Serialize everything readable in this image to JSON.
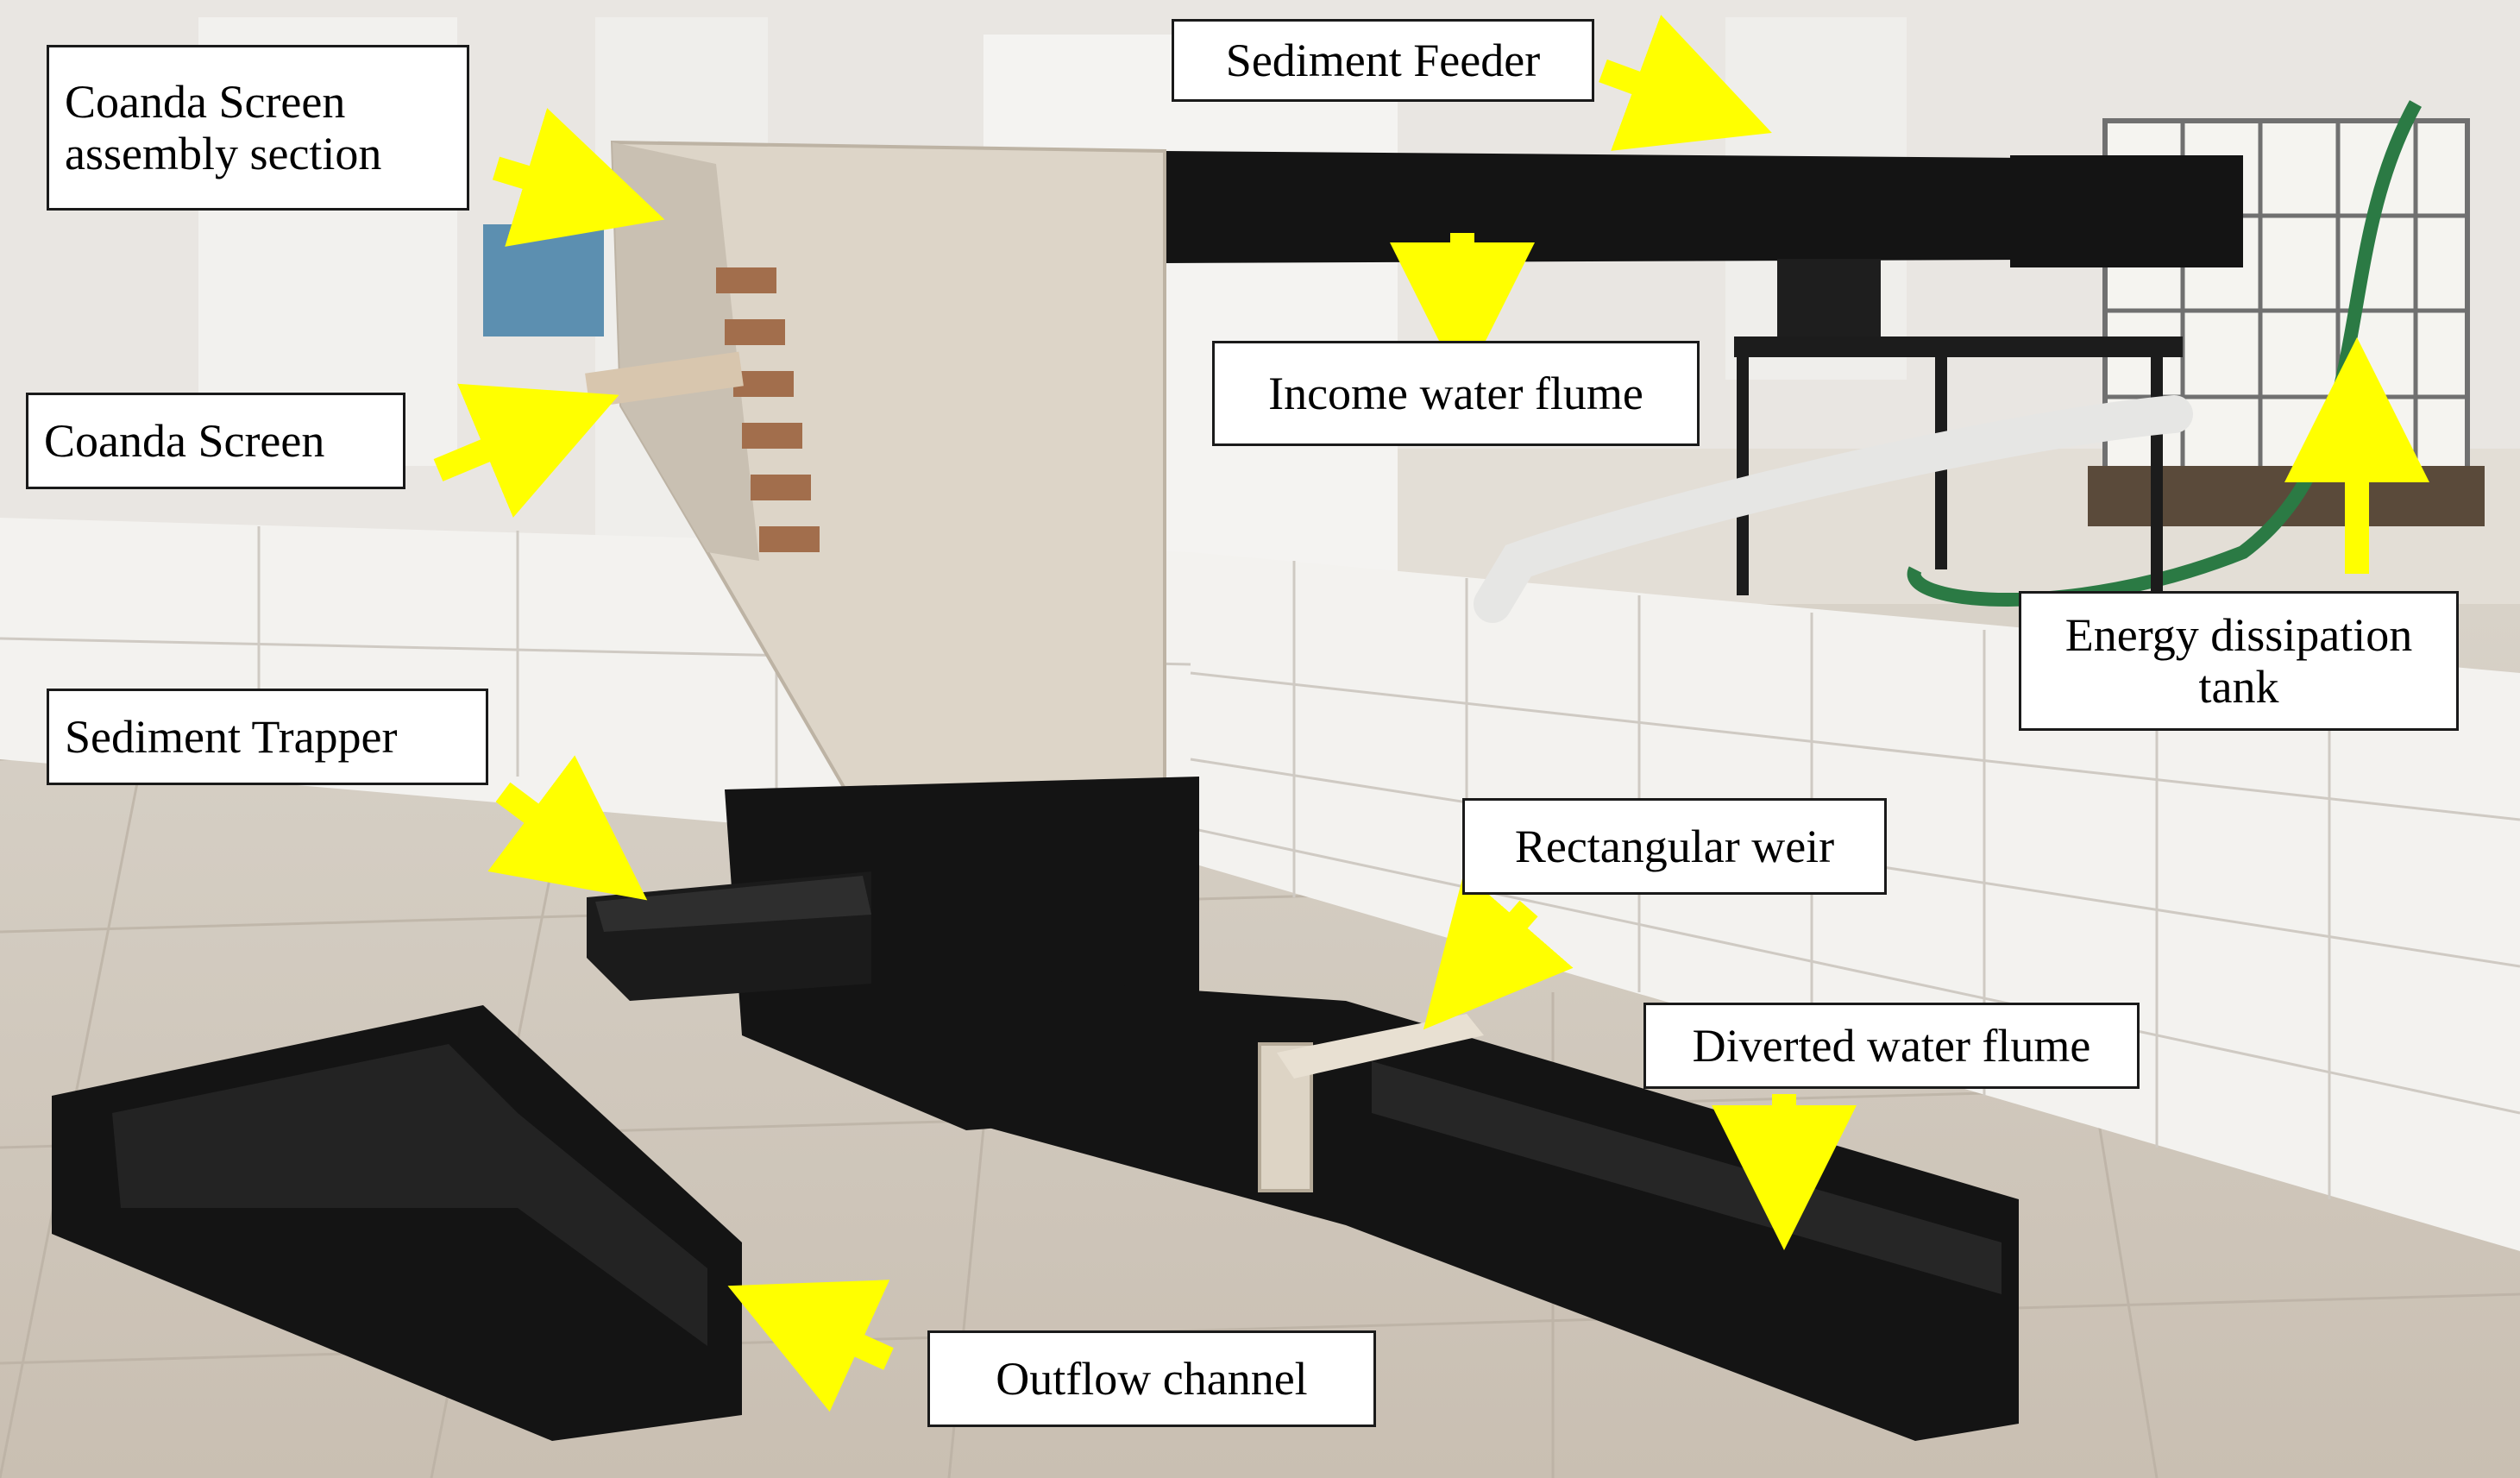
{
  "figure": {
    "arrow_color": "#ffff00",
    "labels": {
      "coanda_assembly": "Coanda Screen\nassembly section",
      "coanda_screen": "Coanda Screen",
      "sediment_feeder": "Sediment Feeder",
      "income_flume": "Income water flume",
      "energy_tank": "Energy dissipation\ntank",
      "sediment_trapper": "Sediment Trapper",
      "rectangular_weir": "Rectangular weir",
      "diverted_flume": "Diverted water flume",
      "outflow_channel": "Outflow channel"
    }
  }
}
